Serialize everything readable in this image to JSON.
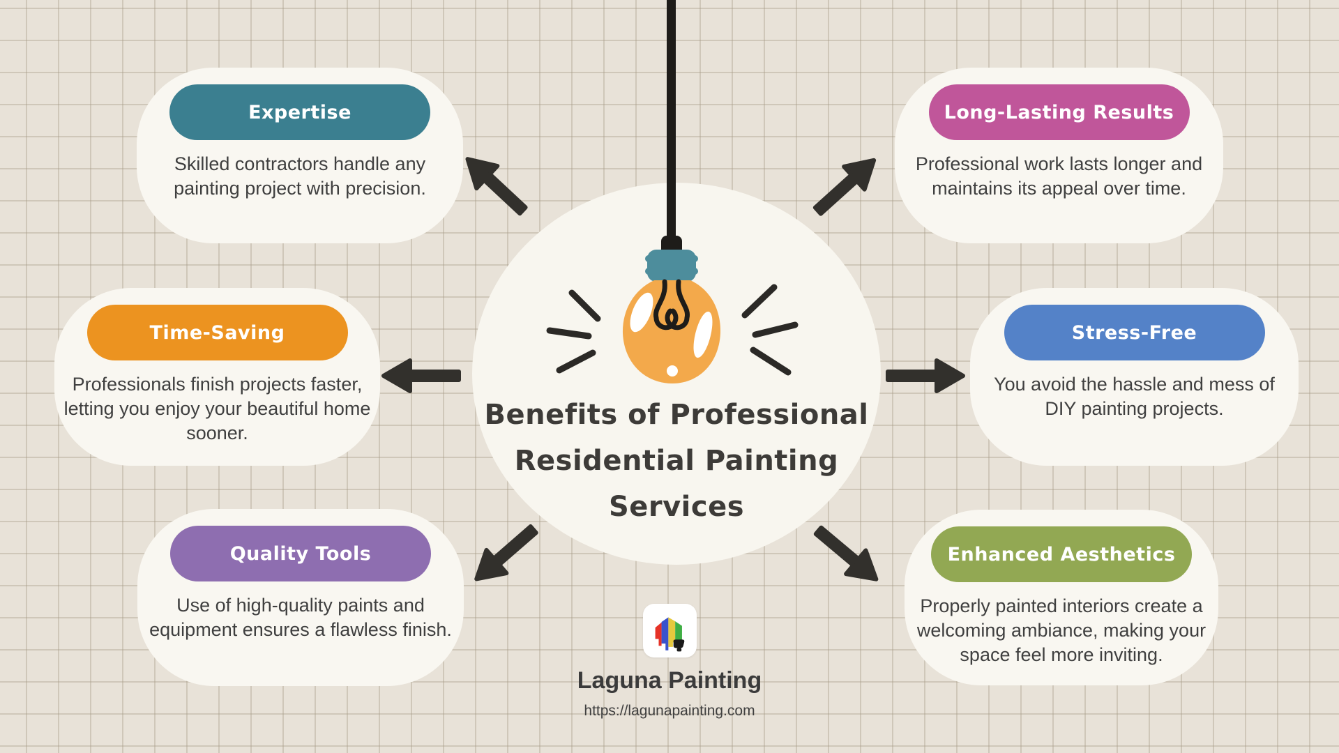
{
  "page": {
    "background_color": "#e8e2d8",
    "grid_line_color": "#d4cdc0",
    "card_background": "#f9f7f1",
    "arrow_color": "#32302c"
  },
  "center": {
    "icon": "lightbulb-icon",
    "circle_color": "#f8f6ef",
    "bulb_color": "#f3a94b",
    "bulb_cap_color": "#4d8d9c",
    "title_lines": [
      "Benefits of Professional",
      "Residential Painting",
      "Services"
    ],
    "title_full": "Benefits of Professional Residential Painting Services"
  },
  "cards": [
    {
      "id": "expertise",
      "label": "Expertise",
      "color": "#3b7f90",
      "lines": [
        "Skilled contractors handle any",
        "painting project with precision."
      ]
    },
    {
      "id": "long-lasting-results",
      "label": "Long-Lasting Results",
      "color": "#c0569a",
      "lines": [
        "Professional work lasts longer and",
        "maintains its appeal over time."
      ]
    },
    {
      "id": "time-saving",
      "label": "Time-Saving",
      "color": "#ec9320",
      "lines": [
        "Professionals finish projects faster,",
        "letting you enjoy your beautiful home",
        "sooner."
      ]
    },
    {
      "id": "stress-free",
      "label": "Stress-Free",
      "color": "#5482c8",
      "lines": [
        "You avoid the hassle and mess of",
        "DIY painting projects."
      ]
    },
    {
      "id": "quality-tools",
      "label": "Quality Tools",
      "color": "#8e6eb0",
      "lines": [
        "Use of high-quality paints and",
        "equipment ensures a flawless finish."
      ]
    },
    {
      "id": "enhanced-aesthetics",
      "label": "Enhanced Aesthetics",
      "color": "#92a853",
      "lines": [
        "Properly painted interiors create a",
        "welcoming ambiance, making your",
        "space feel more inviting."
      ]
    }
  ],
  "footer": {
    "logo_icon": "paint-house-logo-icon",
    "brand": "Laguna Painting",
    "url": "https://lagunapainting.com"
  }
}
